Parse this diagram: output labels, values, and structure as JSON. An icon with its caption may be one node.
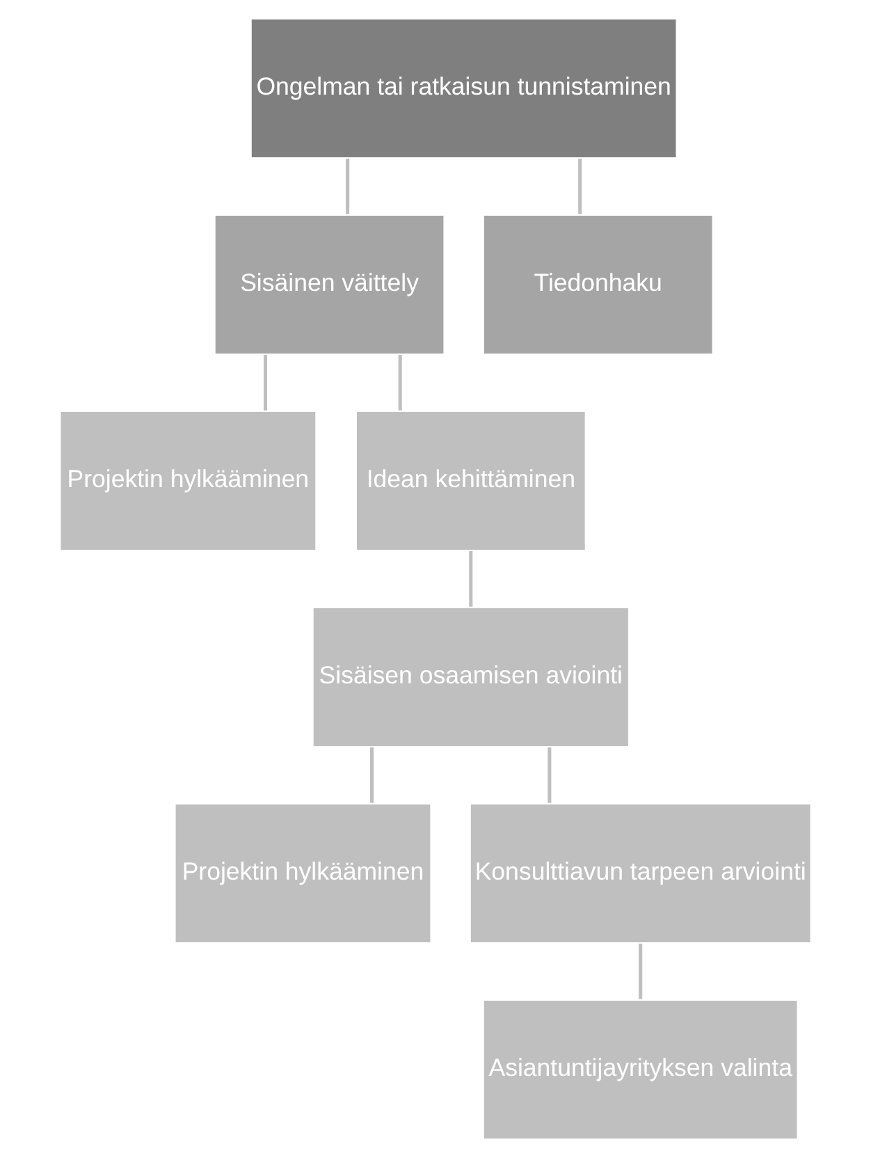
{
  "diagram": {
    "nodes": [
      {
        "text": [
          "Ongelman tai ratkaisun tunnistaminen"
        ]
      },
      {
        "text": [
          "Sisäinen väittely"
        ]
      },
      {
        "text": [
          "Tiedonhaku"
        ]
      },
      {
        "text": [
          "Projektin hylkääminen"
        ]
      },
      {
        "text": [
          "Idean kehittäminen"
        ]
      },
      {
        "text": [
          "Sisäisen osaamisen aviointi"
        ]
      },
      {
        "text": [
          "Projektin hylkääminen"
        ]
      },
      {
        "text": [
          "Konsulttiavun tarpeen arviointi"
        ]
      },
      {
        "text": [
          "Asiantuntijayrityksen valinta"
        ]
      }
    ],
    "edges": [
      {
        "from": 0,
        "to": 1,
        "arrow": "none"
      },
      {
        "from": 0,
        "to": 2,
        "arrow": "none"
      },
      {
        "from": 1,
        "to": 3,
        "arrow": "none"
      },
      {
        "from": 1,
        "to": 4,
        "arrow": "none"
      },
      {
        "from": 4,
        "to": 5,
        "arrow": "none"
      },
      {
        "from": 5,
        "to": 6,
        "arrow": "none"
      },
      {
        "from": 5,
        "to": 7,
        "arrow": "none"
      },
      {
        "from": 7,
        "to": 8,
        "arrow": "none"
      }
    ]
  }
}
